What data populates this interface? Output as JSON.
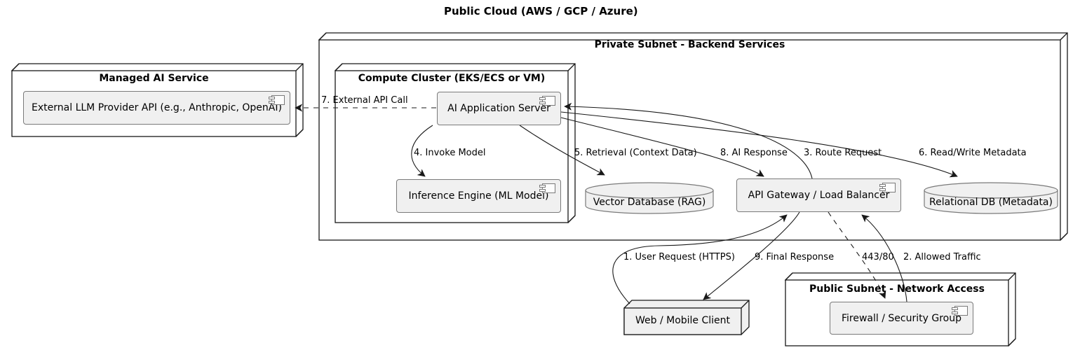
{
  "title": "Public Cloud (AWS / GCP / Azure)",
  "nodes": {
    "private_subnet": {
      "title": "Private Subnet - Backend Services"
    },
    "managed_ai": {
      "title": "Managed AI Service"
    },
    "compute_cluster": {
      "title": "Compute Cluster (EKS/ECS or VM)"
    },
    "public_subnet": {
      "title": "Public Subnet - Network Access"
    },
    "web_client": {
      "title": "Web / Mobile Client"
    }
  },
  "components": {
    "external_llm": {
      "label": "External LLM Provider API (e.g., Anthropic, OpenAI)",
      "icon": "component-icon"
    },
    "ai_app_server": {
      "label": "AI Application Server",
      "icon": "component-icon"
    },
    "inference_engine": {
      "label": "Inference Engine (ML Model)",
      "icon": "component-icon"
    },
    "api_gateway": {
      "label": "API Gateway / Load Balancer",
      "icon": "component-icon"
    },
    "firewall": {
      "label": "Firewall / Security Group",
      "icon": "component-icon"
    }
  },
  "databases": {
    "vector_db": {
      "label": "Vector Database (RAG)"
    },
    "relational_db": {
      "label": "Relational DB (Metadata)"
    }
  },
  "edges": {
    "user_request": {
      "label": "1. User Request (HTTPS)"
    },
    "allowed_traffic": {
      "label": "2. Allowed Traffic"
    },
    "route_request": {
      "label": "3. Route Request"
    },
    "invoke_model": {
      "label": "4. Invoke Model"
    },
    "retrieval": {
      "label": "5. Retrieval (Context Data)"
    },
    "read_write_metadata": {
      "label": "6. Read/Write Metadata"
    },
    "external_api_call": {
      "label": "7. External API Call"
    },
    "ai_response": {
      "label": "8. AI Response"
    },
    "final_response": {
      "label": "9. Final Response"
    },
    "port": {
      "label": "443/80"
    }
  },
  "colors": {
    "node_border": "#181818",
    "component_border": "#7a7a7a",
    "component_fill": "#f0f0f0",
    "arrow": "#181818",
    "background": "#ffffff"
  }
}
